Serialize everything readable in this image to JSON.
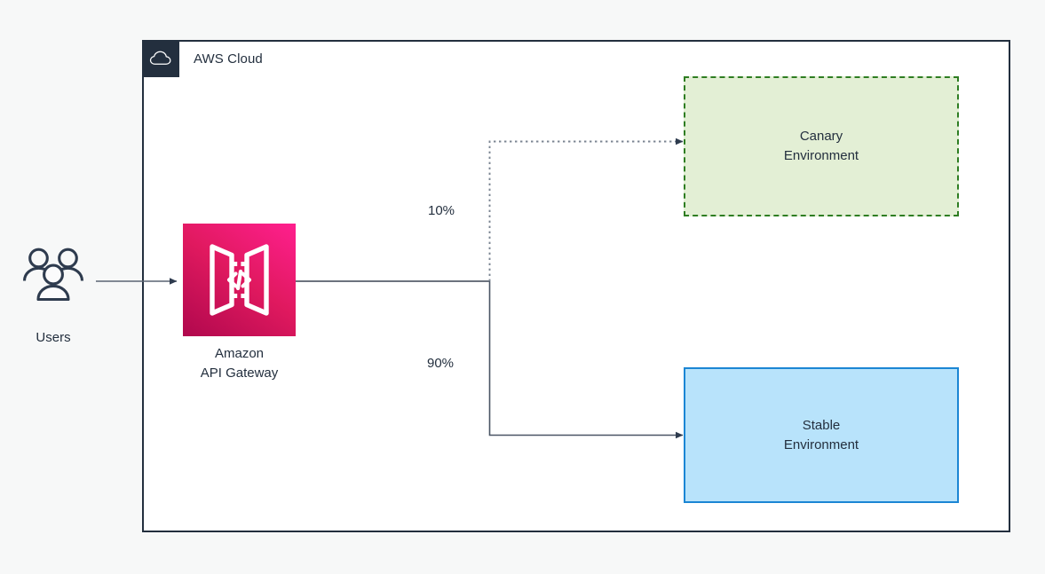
{
  "page": {
    "background_color": "#f7f8f8",
    "text_color": "#232f3e"
  },
  "cloud": {
    "label": "AWS Cloud",
    "icon": "aws-cloud-icon",
    "badge_color": "#232f3e",
    "border_color": "#232f3e",
    "fill_color": "#ffffff"
  },
  "actors": {
    "users": {
      "label": "Users",
      "icon": "users-icon",
      "color": "#2e3b4e"
    }
  },
  "services": {
    "api_gateway": {
      "label_line1": "Amazon",
      "label_line2": "API Gateway",
      "icon": "api-gateway-icon",
      "gradient_from": "#ff1f8e",
      "gradient_to": "#b0084d"
    }
  },
  "environments": [
    {
      "id": "canary",
      "label_line1": "Canary",
      "label_line2": "Environment",
      "fill_color": "#e3efd5",
      "border_color": "#2e7d22",
      "border_style": "dashed"
    },
    {
      "id": "stable",
      "label_line1": "Stable",
      "label_line2": "Environment",
      "fill_color": "#b8e3fb",
      "border_color": "#1b86d4",
      "border_style": "solid"
    }
  ],
  "flows": [
    {
      "id": "users-to-apigw",
      "label": "",
      "style": "solid",
      "color": "#5a6472"
    },
    {
      "id": "apigw-to-canary",
      "label": "10%",
      "style": "dotted",
      "color": "#7b8592"
    },
    {
      "id": "apigw-to-stable",
      "label": "90%",
      "style": "solid",
      "color": "#5a6472"
    }
  ],
  "traffic_split": {
    "canary_percent": "10%",
    "stable_percent": "90%"
  }
}
